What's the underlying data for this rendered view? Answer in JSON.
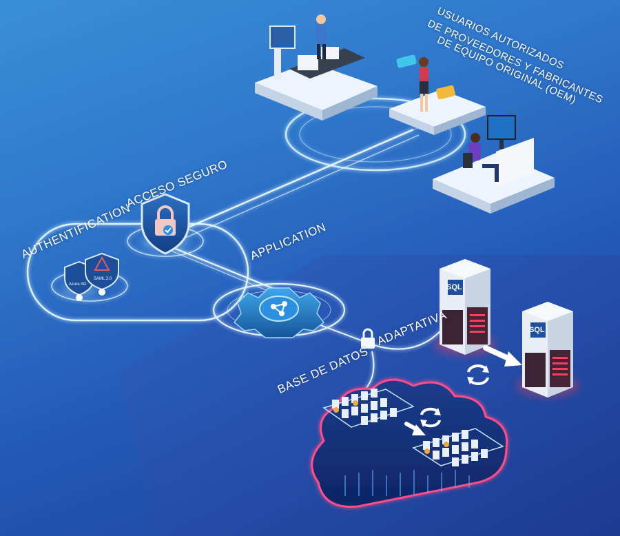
{
  "labels": {
    "oem_lines": [
      "USUARIOS AUTORIZADOS",
      "DE PROVEEDORES Y FABRICANTES",
      "DE EQUIPO ORIGINAL (OEM)"
    ],
    "authentication": "AUTHENTIFICATION",
    "secure_access": "ACCESO SEGURO",
    "application": "APPLICATION",
    "adaptive": "ADAPTATIVA",
    "database": "BASE DE DATOS"
  },
  "auth_badges": [
    "Azure AD",
    "SAML 2.0"
  ],
  "server_labels": [
    "SQL",
    "SQL"
  ],
  "colors": {
    "glow": "#bfefff",
    "platform": "#eef4fb",
    "server_red": "#ff3d5c",
    "cloud_edge": "#ff4d8a",
    "gear": "#1f6fb8"
  }
}
